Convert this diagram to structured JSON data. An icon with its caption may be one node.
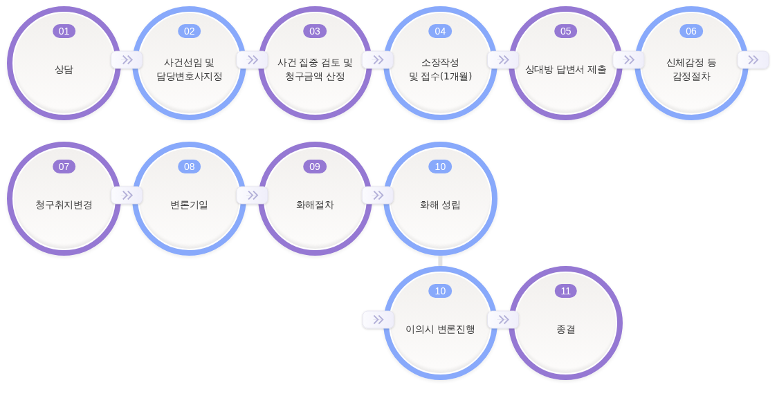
{
  "diagram": {
    "nodes": [
      {
        "text": [
          "01",
          "상담"
        ]
      },
      {
        "text": [
          "02",
          "사건선임 및 담당변호사지정"
        ]
      },
      {
        "text": [
          "03",
          "사건 집중 검토 및 청구금액 산정"
        ]
      },
      {
        "text": [
          "04",
          "소장작성 및 접수(1개월)"
        ]
      },
      {
        "text": [
          "05",
          "상대방 답변서 제출"
        ]
      },
      {
        "text": [
          "06",
          "신체감정 등 감정절차"
        ]
      },
      {
        "text": [
          "07",
          "청구취지변경"
        ]
      },
      {
        "text": [
          "08",
          "변론기일"
        ]
      },
      {
        "text": [
          "09",
          "화해절차"
        ]
      },
      {
        "text": [
          "10",
          "화해 성립"
        ]
      },
      {
        "text": [
          "10",
          "이의시 변론진행"
        ]
      },
      {
        "text": [
          "11",
          "종결"
        ]
      }
    ],
    "edges": [
      {
        "from": 0,
        "to": 1,
        "arrow": "to"
      },
      {
        "from": 1,
        "to": 2,
        "arrow": "to"
      },
      {
        "from": 2,
        "to": 3,
        "arrow": "to"
      },
      {
        "from": 3,
        "to": 4,
        "arrow": "to"
      },
      {
        "from": 4,
        "to": 5,
        "arrow": "to"
      },
      {
        "from": 5,
        "to": null,
        "arrow": "to"
      },
      {
        "from": 6,
        "to": 7,
        "arrow": "to"
      },
      {
        "from": 7,
        "to": 8,
        "arrow": "to"
      },
      {
        "from": 8,
        "to": 9,
        "arrow": "to"
      },
      {
        "from": 9,
        "to": 10,
        "arrow": "none",
        "style": "thick"
      },
      {
        "from": null,
        "to": 10,
        "arrow": "to"
      },
      {
        "from": 10,
        "to": 11,
        "arrow": "to"
      }
    ]
  }
}
